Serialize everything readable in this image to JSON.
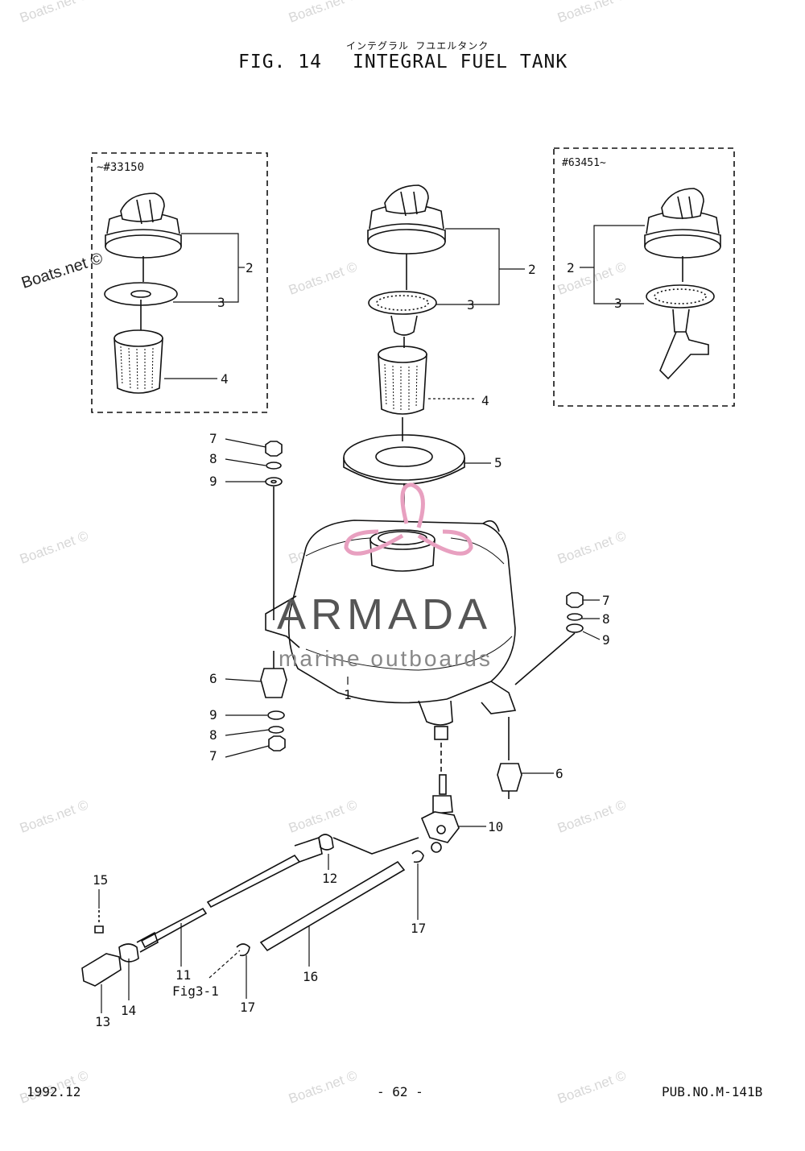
{
  "header": {
    "japanese_title": "インテグラル フユエルタンク",
    "figure_number": "FIG. 14",
    "title": "INTEGRAL FUEL TANK"
  },
  "insets": {
    "left_serial": "~#33150",
    "right_serial": "#63451~"
  },
  "callouts": {
    "n1": "1",
    "n2": "2",
    "n3": "3",
    "n4": "4",
    "n5": "5",
    "n6": "6",
    "n7": "7",
    "n8": "8",
    "n9": "9",
    "n10": "10",
    "n11": "11",
    "n12": "12",
    "n13": "13",
    "n14": "14",
    "n15": "15",
    "n16": "16",
    "n17": "17"
  },
  "reference": "Fig3-1",
  "footer": {
    "date": "1992.12",
    "page": "- 62 -",
    "pub": "PUB.NO.M-141B"
  },
  "watermarks": {
    "boats": "Boats.net ©",
    "brand": "ARMADA",
    "brand_sub": "marine outboards"
  },
  "colors": {
    "line": "#111111",
    "watermark": "#d7d7d7",
    "logo_pink": "#e8a0c0",
    "logo_grey": "#555555"
  }
}
